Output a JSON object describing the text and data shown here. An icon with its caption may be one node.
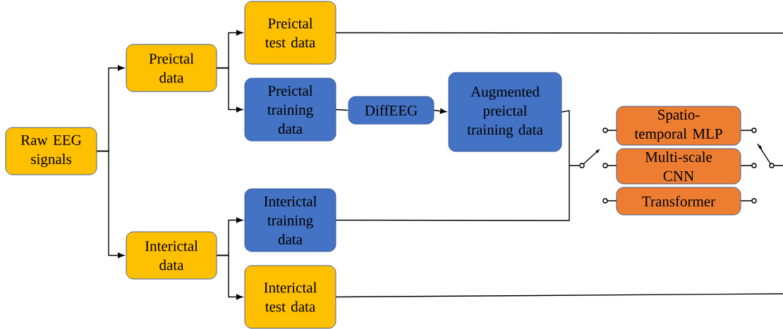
{
  "diagram": {
    "nodes": [
      {
        "text": [
          "Raw EEG signals"
        ]
      },
      {
        "text": [
          "Preictal data"
        ]
      },
      {
        "text": [
          "Interictal data"
        ]
      },
      {
        "text": [
          "Preictal test data"
        ]
      },
      {
        "text": [
          "Preictal training data"
        ]
      },
      {
        "text": [
          "Interictal training data"
        ]
      },
      {
        "text": [
          "Interictal test data"
        ]
      },
      {
        "text": [
          "DiffEEG"
        ]
      },
      {
        "text": [
          "Augmented preictal training data"
        ]
      },
      {
        "text": [
          "Spatio-temporal MLP"
        ]
      },
      {
        "text": [
          "Multi-scale CNN"
        ]
      },
      {
        "text": [
          "Transformer"
        ]
      },
      {
        "text": [],
        "shape": "switch"
      }
    ],
    "edges": [
      {
        "from": 0,
        "to": 1,
        "arrow": "to"
      },
      {
        "from": 0,
        "to": 2,
        "arrow": "to"
      },
      {
        "from": 1,
        "to": 3,
        "arrow": "to"
      },
      {
        "from": 1,
        "to": 4,
        "arrow": "to"
      },
      {
        "from": 2,
        "to": 5,
        "arrow": "to"
      },
      {
        "from": 2,
        "to": 6,
        "arrow": "to"
      },
      {
        "from": 4,
        "to": 7,
        "arrow": "none"
      },
      {
        "from": 7,
        "to": 8,
        "arrow": "to"
      },
      {
        "from": 3,
        "to": null,
        "arrow": "none"
      },
      {
        "from": 6,
        "to": null,
        "arrow": "none"
      },
      {
        "from": 8,
        "to": 12,
        "arrow": "none"
      },
      {
        "from": 5,
        "to": 12,
        "arrow": "none"
      }
    ]
  }
}
